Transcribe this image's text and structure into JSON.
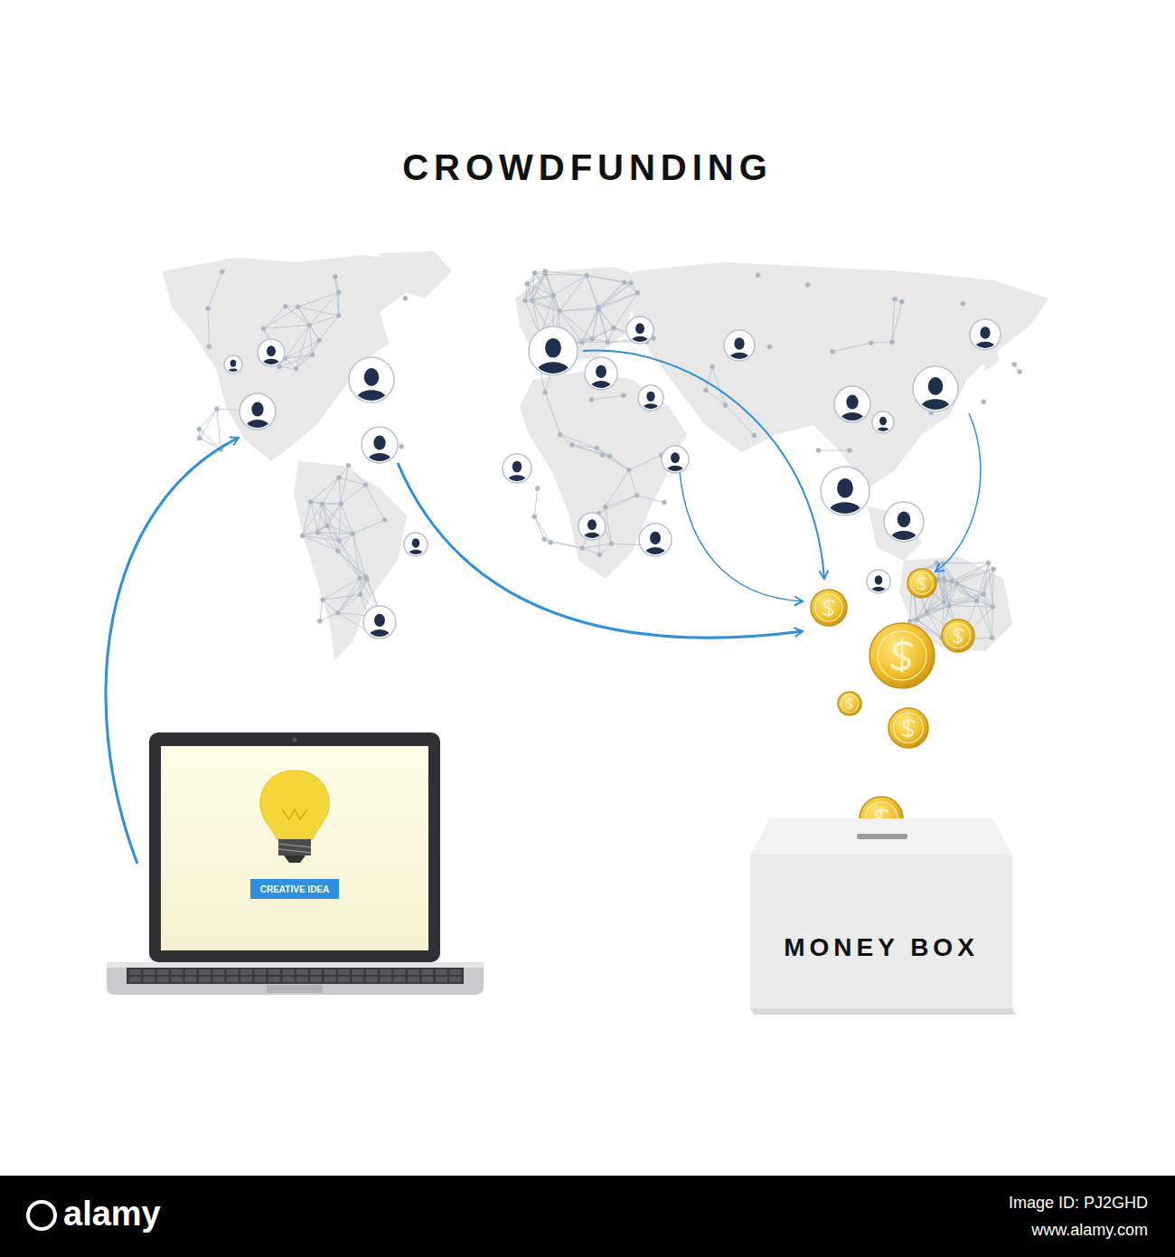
{
  "diagram": {
    "title": "CROWDFUNDING",
    "nodes": [
      {
        "text": [
          "CREATIVE IDEA"
        ]
      },
      {
        "text": [
          "MONEY BOX"
        ]
      }
    ],
    "labels": [
      "alamy",
      "Image ID: PJ2GHD",
      "www.alamy.com"
    ]
  }
}
